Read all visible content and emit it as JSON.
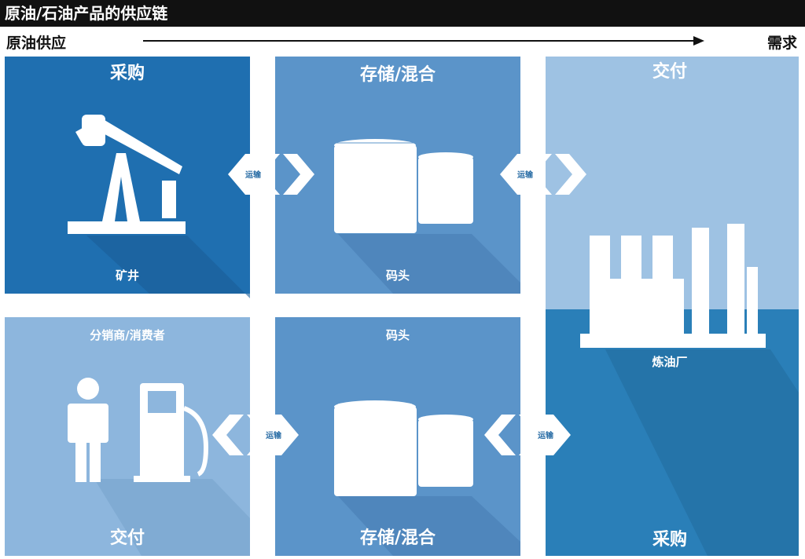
{
  "header": {
    "title": "原油/石油产品的供应链"
  },
  "flow": {
    "start": "原油供应",
    "end": "需求"
  },
  "panels": {
    "procure_top": {
      "title": "采购",
      "caption": "矿井"
    },
    "storage_top": {
      "title": "存储/混合",
      "caption": "码头"
    },
    "refinery": {
      "title_top": "交付",
      "caption": "炼油厂",
      "title_bottom": "采购"
    },
    "storage_bottom": {
      "title": "码头",
      "caption": "存储/混合"
    },
    "delivery_bottom": {
      "title": "分销商/消费者",
      "caption": "交付"
    }
  },
  "connectors": {
    "c1": "运输",
    "c2": "运输",
    "c3": "运输",
    "c4": "运输"
  },
  "colors": {
    "dark_blue": "#1f6fb0",
    "mid_blue": "#5b94c9",
    "light_blue": "#8db6dd",
    "sea_blue": "#2a7fb8",
    "pale_blue": "#9ec2e3"
  }
}
